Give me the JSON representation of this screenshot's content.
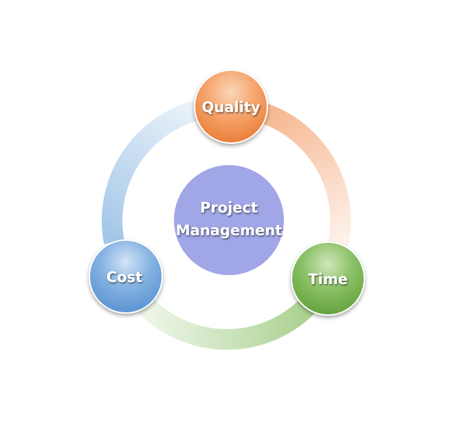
{
  "diagram": {
    "center": {
      "line1": "Project",
      "line2": "Management",
      "color": "#a0a6e6"
    },
    "nodes": [
      {
        "id": "quality",
        "label": "Quality",
        "color_light": "#f9c59c",
        "color_dark": "#ee8442"
      },
      {
        "id": "time",
        "label": "Time",
        "color_light": "#b9dc9d",
        "color_dark": "#6aaa45"
      },
      {
        "id": "cost",
        "label": "Cost",
        "color_light": "#b4d0ef",
        "color_dark": "#5c96d2"
      }
    ],
    "ring_colors": {
      "quality_to_time": "#f5b48b",
      "time_to_cost": "#a8d08d",
      "cost_to_quality": "#9dc3e6"
    }
  }
}
